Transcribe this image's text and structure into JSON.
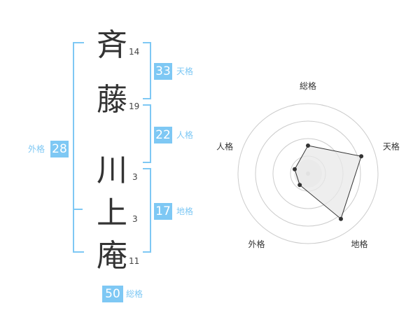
{
  "name": {
    "chars": [
      {
        "char": "斉",
        "strokes": "14"
      },
      {
        "char": "藤",
        "strokes": "19"
      },
      {
        "char": "川",
        "strokes": "3"
      },
      {
        "char": "上",
        "strokes": "3"
      },
      {
        "char": "庵",
        "strokes": "11"
      }
    ]
  },
  "fortunes": {
    "tenkaku": {
      "value": "33",
      "label": "天格"
    },
    "jinkaku": {
      "value": "22",
      "label": "人格"
    },
    "chikaku": {
      "value": "17",
      "label": "地格"
    },
    "gaikaku": {
      "value": "28",
      "label": "外格"
    },
    "soukaku": {
      "value": "50",
      "label": "総格"
    }
  },
  "colors": {
    "accent": "#7ec8f4",
    "text": "#333333",
    "grid": "#cccccc",
    "fill": "#e8e8e8",
    "point": "#333333"
  },
  "chart_data": {
    "type": "radar",
    "axes": [
      "総格",
      "天格",
      "地格",
      "外格",
      "人格"
    ],
    "values": [
      2,
      4,
      4,
      1,
      1
    ],
    "max": 5,
    "rings": 4
  }
}
